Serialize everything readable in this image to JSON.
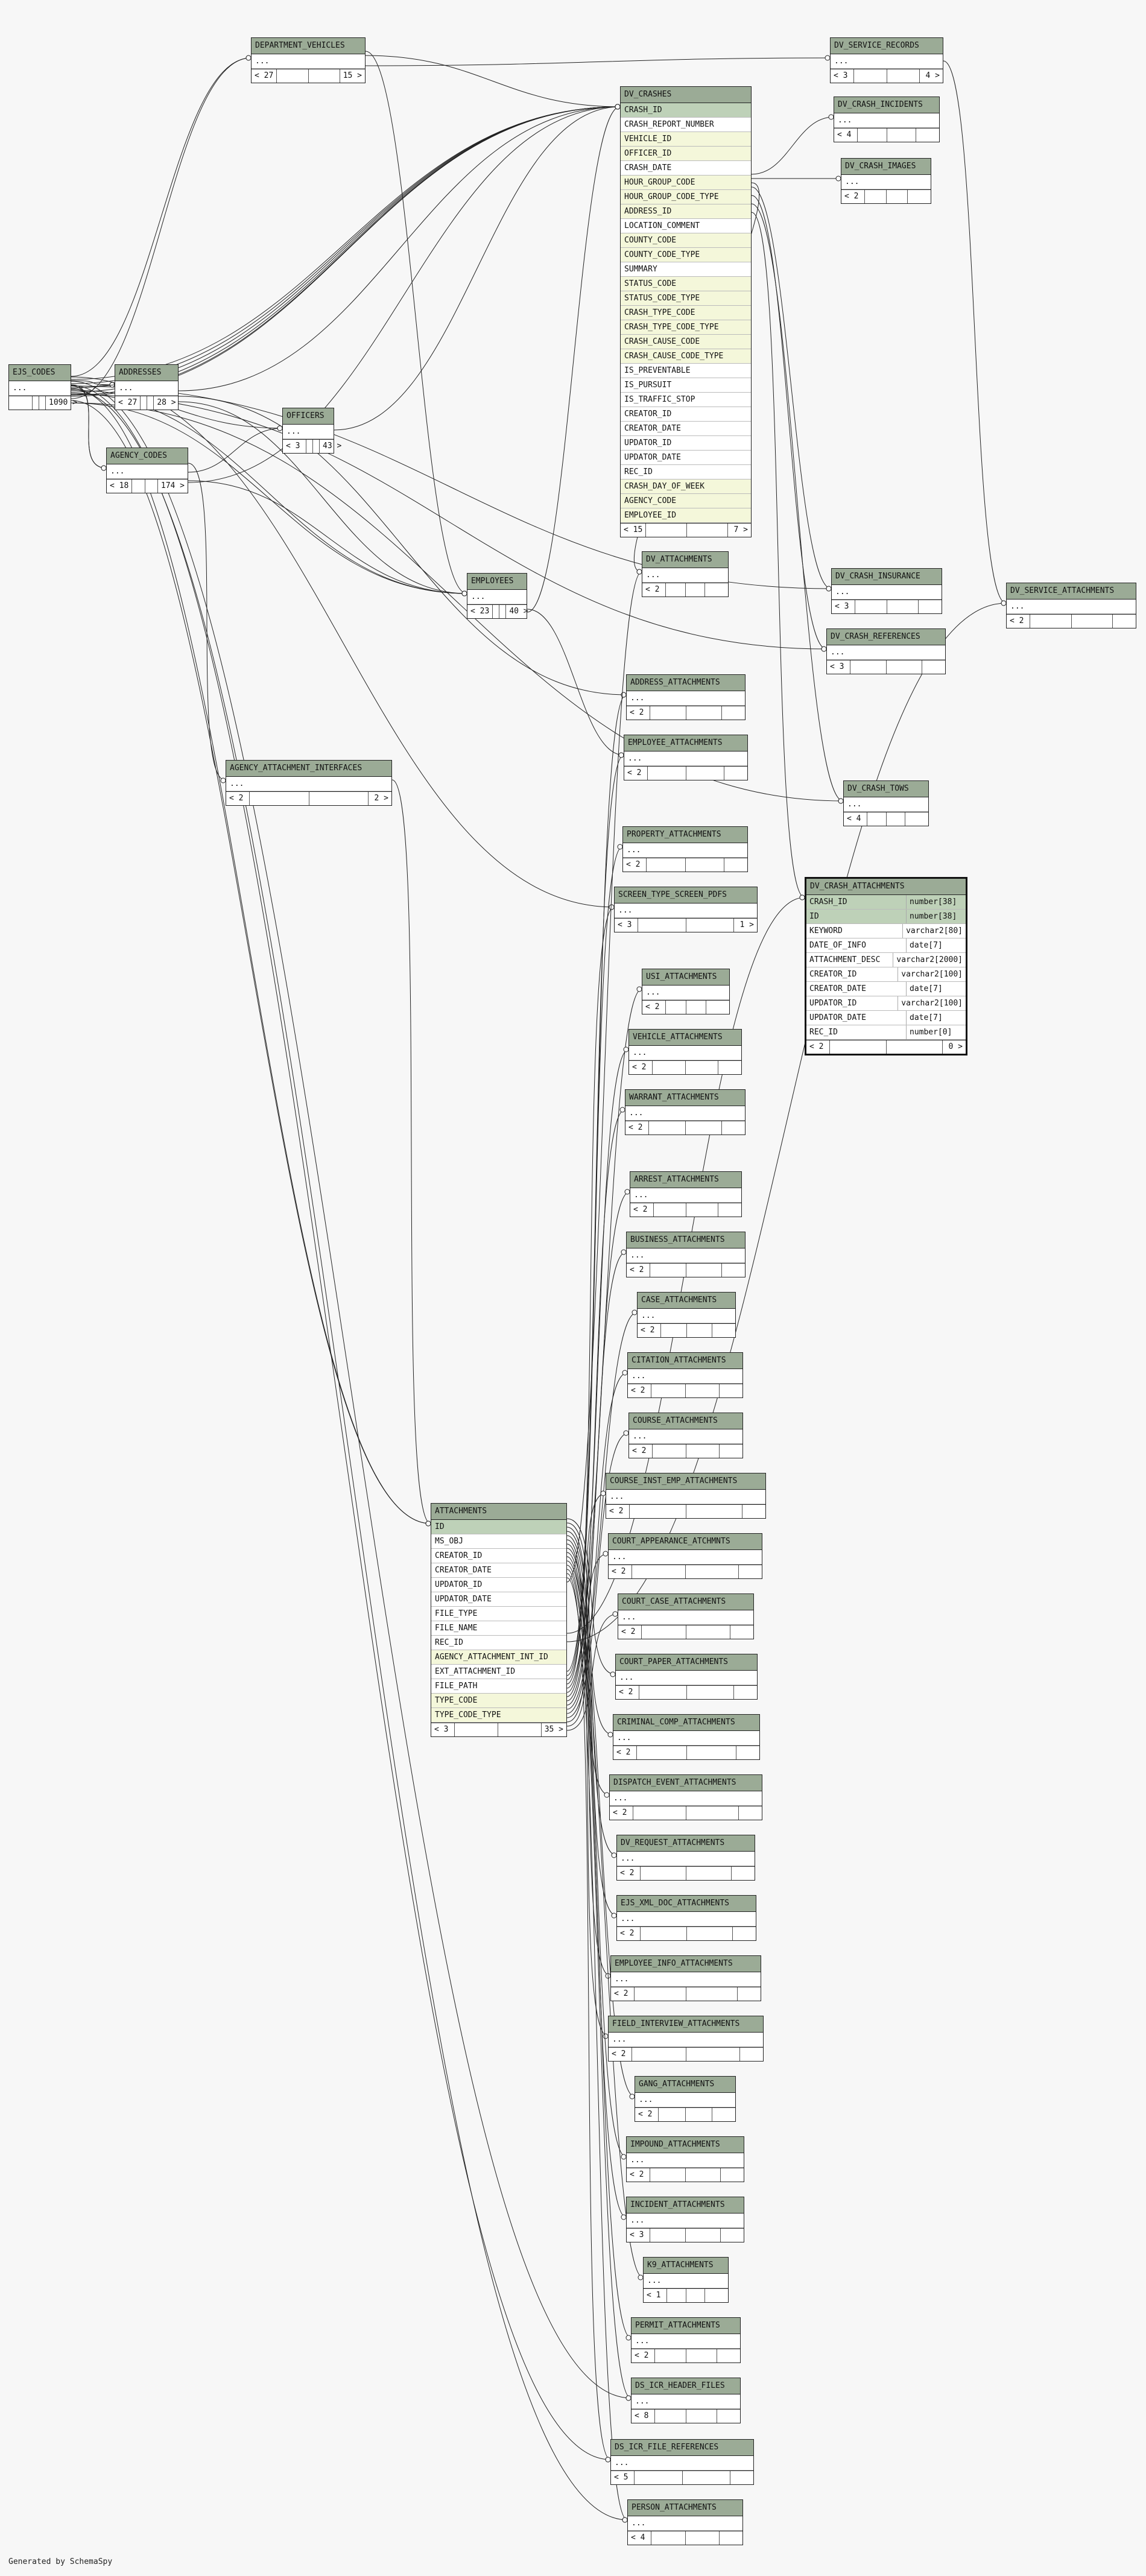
{
  "footer": "Generated by SchemaSpy",
  "tables": {
    "ejs_codes": {
      "name": "EJS_CODES",
      "rows": [
        "..."
      ],
      "parents": "",
      "children": "1090 >"
    },
    "department_vehicles": {
      "name": "DEPARTMENT_VEHICLES",
      "rows": [
        "..."
      ],
      "parents": "< 27",
      "children": "15 >"
    },
    "addresses": {
      "name": "ADDRESSES",
      "rows": [
        "..."
      ],
      "parents": "< 27",
      "children": "28 >"
    },
    "agency_codes": {
      "name": "AGENCY_CODES",
      "rows": [
        "..."
      ],
      "parents": "< 18",
      "children": "174 >"
    },
    "officers": {
      "name": "OFFICERS",
      "rows": [
        "..."
      ],
      "parents": "< 3",
      "children": "43 >"
    },
    "employees": {
      "name": "EMPLOYEES",
      "rows": [
        "..."
      ],
      "parents": "< 23",
      "children": "40 >"
    },
    "agency_attachment_interfaces": {
      "name": "AGENCY_ATTACHMENT_INTERFACES",
      "rows": [
        "..."
      ],
      "parents": "< 2",
      "children": "2 >"
    },
    "dv_crashes": {
      "name": "DV_CRASHES",
      "rows": [
        "CRASH_ID",
        "CRASH_REPORT_NUMBER",
        "VEHICLE_ID",
        "OFFICER_ID",
        "CRASH_DATE",
        "HOUR_GROUP_CODE",
        "HOUR_GROUP_CODE_TYPE",
        "ADDRESS_ID",
        "LOCATION_COMMENT",
        "COUNTY_CODE",
        "COUNTY_CODE_TYPE",
        "SUMMARY",
        "STATUS_CODE",
        "STATUS_CODE_TYPE",
        "CRASH_TYPE_CODE",
        "CRASH_TYPE_CODE_TYPE",
        "CRASH_CAUSE_CODE",
        "CRASH_CAUSE_CODE_TYPE",
        "IS_PREVENTABLE",
        "IS_PURSUIT",
        "IS_TRAFFIC_STOP",
        "CREATOR_ID",
        "CREATOR_DATE",
        "UPDATOR_ID",
        "UPDATOR_DATE",
        "REC_ID",
        "CRASH_DAY_OF_WEEK",
        "AGENCY_CODE",
        "EMPLOYEE_ID"
      ],
      "parents": "< 15",
      "children": "7 >"
    },
    "attachments": {
      "name": "ATTACHMENTS",
      "rows": [
        "ID",
        "MS_OBJ",
        "CREATOR_ID",
        "CREATOR_DATE",
        "UPDATOR_ID",
        "UPDATOR_DATE",
        "FILE_TYPE",
        "FILE_NAME",
        "REC_ID",
        "AGENCY_ATTACHMENT_INT_ID",
        "EXT_ATTACHMENT_ID",
        "FILE_PATH",
        "TYPE_CODE",
        "TYPE_CODE_TYPE"
      ],
      "parents": "< 3",
      "children": "35 >"
    },
    "dv_crash_attachments": {
      "name": "DV_CRASH_ATTACHMENTS",
      "rows": [
        {
          "col": "CRASH_ID",
          "type": "number[38]"
        },
        {
          "col": "ID",
          "type": "number[38]"
        },
        {
          "col": "KEYWORD",
          "type": "varchar2[80]"
        },
        {
          "col": "DATE_OF_INFO",
          "type": "date[7]"
        },
        {
          "col": "ATTACHMENT_DESC",
          "type": "varchar2[2000]"
        },
        {
          "col": "CREATOR_ID",
          "type": "varchar2[100]"
        },
        {
          "col": "CREATOR_DATE",
          "type": "date[7]"
        },
        {
          "col": "UPDATOR_ID",
          "type": "varchar2[100]"
        },
        {
          "col": "UPDATOR_DATE",
          "type": "date[7]"
        },
        {
          "col": "REC_ID",
          "type": "number[0]"
        }
      ],
      "parents": "< 2",
      "children": "0 >"
    },
    "dv_service_records": {
      "name": "DV_SERVICE_RECORDS",
      "rows": [
        "..."
      ],
      "parents": "< 3",
      "children": "4 >"
    },
    "dv_crash_incidents": {
      "name": "DV_CRASH_INCIDENTS",
      "rows": [
        "..."
      ],
      "parents": "< 4",
      "children": ""
    },
    "dv_crash_images": {
      "name": "DV_CRASH_IMAGES",
      "rows": [
        "..."
      ],
      "parents": "< 2",
      "children": ""
    },
    "dv_attachments": {
      "name": "DV_ATTACHMENTS",
      "rows": [
        "..."
      ],
      "parents": "< 2",
      "children": ""
    },
    "dv_crash_insurance": {
      "name": "DV_CRASH_INSURANCE",
      "rows": [
        "..."
      ],
      "parents": "< 3",
      "children": ""
    },
    "dv_service_attachments": {
      "name": "DV_SERVICE_ATTACHMENTS",
      "rows": [
        "..."
      ],
      "parents": "< 2",
      "children": ""
    },
    "dv_crash_references": {
      "name": "DV_CRASH_REFERENCES",
      "rows": [
        "..."
      ],
      "parents": "< 3",
      "children": ""
    },
    "address_attachments": {
      "name": "ADDRESS_ATTACHMENTS",
      "rows": [
        "..."
      ],
      "parents": "< 2",
      "children": ""
    },
    "employee_attachments": {
      "name": "EMPLOYEE_ATTACHMENTS",
      "rows": [
        "..."
      ],
      "parents": "< 2",
      "children": ""
    },
    "dv_crash_tows": {
      "name": "DV_CRASH_TOWS",
      "rows": [
        "..."
      ],
      "parents": "< 4",
      "children": ""
    },
    "property_attachments": {
      "name": "PROPERTY_ATTACHMENTS",
      "rows": [
        "..."
      ],
      "parents": "< 2",
      "children": ""
    },
    "screen_type_screen_pdfs": {
      "name": "SCREEN_TYPE_SCREEN_PDFS",
      "rows": [
        "..."
      ],
      "parents": "< 3",
      "children": "1 >"
    },
    "usi_attachments": {
      "name": "USI_ATTACHMENTS",
      "rows": [
        "..."
      ],
      "parents": "< 2",
      "children": ""
    },
    "vehicle_attachments": {
      "name": "VEHICLE_ATTACHMENTS",
      "rows": [
        "..."
      ],
      "parents": "< 2",
      "children": ""
    },
    "warrant_attachments": {
      "name": "WARRANT_ATTACHMENTS",
      "rows": [
        "..."
      ],
      "parents": "< 2",
      "children": ""
    },
    "arrest_attachments": {
      "name": "ARREST_ATTACHMENTS",
      "rows": [
        "..."
      ],
      "parents": "< 2",
      "children": ""
    },
    "business_attachments": {
      "name": "BUSINESS_ATTACHMENTS",
      "rows": [
        "..."
      ],
      "parents": "< 2",
      "children": ""
    },
    "case_attachments": {
      "name": "CASE_ATTACHMENTS",
      "rows": [
        "..."
      ],
      "parents": "< 2",
      "children": ""
    },
    "citation_attachments": {
      "name": "CITATION_ATTACHMENTS",
      "rows": [
        "..."
      ],
      "parents": "< 2",
      "children": ""
    },
    "course_attachments": {
      "name": "COURSE_ATTACHMENTS",
      "rows": [
        "..."
      ],
      "parents": "< 2",
      "children": ""
    },
    "course_inst_emp_attachments": {
      "name": "COURSE_INST_EMP_ATTACHMENTS",
      "rows": [
        "..."
      ],
      "parents": "< 2",
      "children": ""
    },
    "court_appearance_atchmnts": {
      "name": "COURT_APPEARANCE_ATCHMNTS",
      "rows": [
        "..."
      ],
      "parents": "< 2",
      "children": ""
    },
    "court_case_attachments": {
      "name": "COURT_CASE_ATTACHMENTS",
      "rows": [
        "..."
      ],
      "parents": "< 2",
      "children": ""
    },
    "court_paper_attachments": {
      "name": "COURT_PAPER_ATTACHMENTS",
      "rows": [
        "..."
      ],
      "parents": "< 2",
      "children": ""
    },
    "criminal_comp_attachments": {
      "name": "CRIMINAL_COMP_ATTACHMENTS",
      "rows": [
        "..."
      ],
      "parents": "< 2",
      "children": ""
    },
    "dispatch_event_attachments": {
      "name": "DISPATCH_EVENT_ATTACHMENTS",
      "rows": [
        "..."
      ],
      "parents": "< 2",
      "children": ""
    },
    "dv_request_attachments": {
      "name": "DV_REQUEST_ATTACHMENTS",
      "rows": [
        "..."
      ],
      "parents": "< 2",
      "children": ""
    },
    "ejs_xml_doc_attachments": {
      "name": "EJS_XML_DOC_ATTACHMENTS",
      "rows": [
        "..."
      ],
      "parents": "< 2",
      "children": ""
    },
    "employee_info_attachments": {
      "name": "EMPLOYEE_INFO_ATTACHMENTS",
      "rows": [
        "..."
      ],
      "parents": "< 2",
      "children": ""
    },
    "field_interview_attachments": {
      "name": "FIELD_INTERVIEW_ATTACHMENTS",
      "rows": [
        "..."
      ],
      "parents": "< 2",
      "children": ""
    },
    "gang_attachments": {
      "name": "GANG_ATTACHMENTS",
      "rows": [
        "..."
      ],
      "parents": "< 2",
      "children": ""
    },
    "impound_attachments": {
      "name": "IMPOUND_ATTACHMENTS",
      "rows": [
        "..."
      ],
      "parents": "< 2",
      "children": ""
    },
    "incident_attachments": {
      "name": "INCIDENT_ATTACHMENTS",
      "rows": [
        "..."
      ],
      "parents": "< 3",
      "children": ""
    },
    "k9_attachments": {
      "name": "K9_ATTACHMENTS",
      "rows": [
        "..."
      ],
      "parents": "< 1",
      "children": ""
    },
    "permit_attachments": {
      "name": "PERMIT_ATTACHMENTS",
      "rows": [
        "..."
      ],
      "parents": "< 2",
      "children": ""
    },
    "ds_icr_header_files": {
      "name": "DS_ICR_HEADER_FILES",
      "rows": [
        "..."
      ],
      "parents": "< 8",
      "children": ""
    },
    "ds_icr_file_references": {
      "name": "DS_ICR_FILE_REFERENCES",
      "rows": [
        "..."
      ],
      "parents": "< 5",
      "children": ""
    },
    "person_attachments": {
      "name": "PERSON_ATTACHMENTS",
      "rows": [
        "..."
      ],
      "parents": "< 4",
      "children": ""
    }
  }
}
